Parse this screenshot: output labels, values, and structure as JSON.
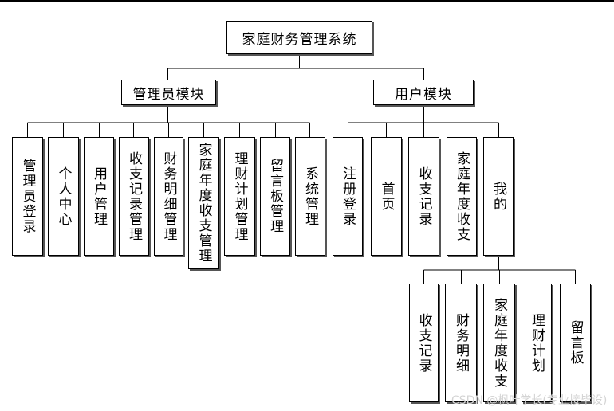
{
  "diagram": {
    "root": "家庭财务管理系统",
    "admin_module": {
      "title": "管理员模块",
      "items": [
        "管理员登录",
        "个人中心",
        "用户管理",
        "收支记录管理",
        "财务明细管理",
        "家庭年度收支管理",
        "理财计划管理",
        "留言板管理",
        "系统管理"
      ]
    },
    "user_module": {
      "title": "用户模块",
      "items": [
        "注册登录",
        "首页",
        "收支记录",
        "家庭年度收支",
        "我的"
      ]
    },
    "mine": {
      "items": [
        "收支记录",
        "财务明细",
        "家庭年度收支",
        "理财计划",
        "留言板"
      ]
    }
  },
  "watermark": "CSDN @枫叶学长(专业接毕设)"
}
